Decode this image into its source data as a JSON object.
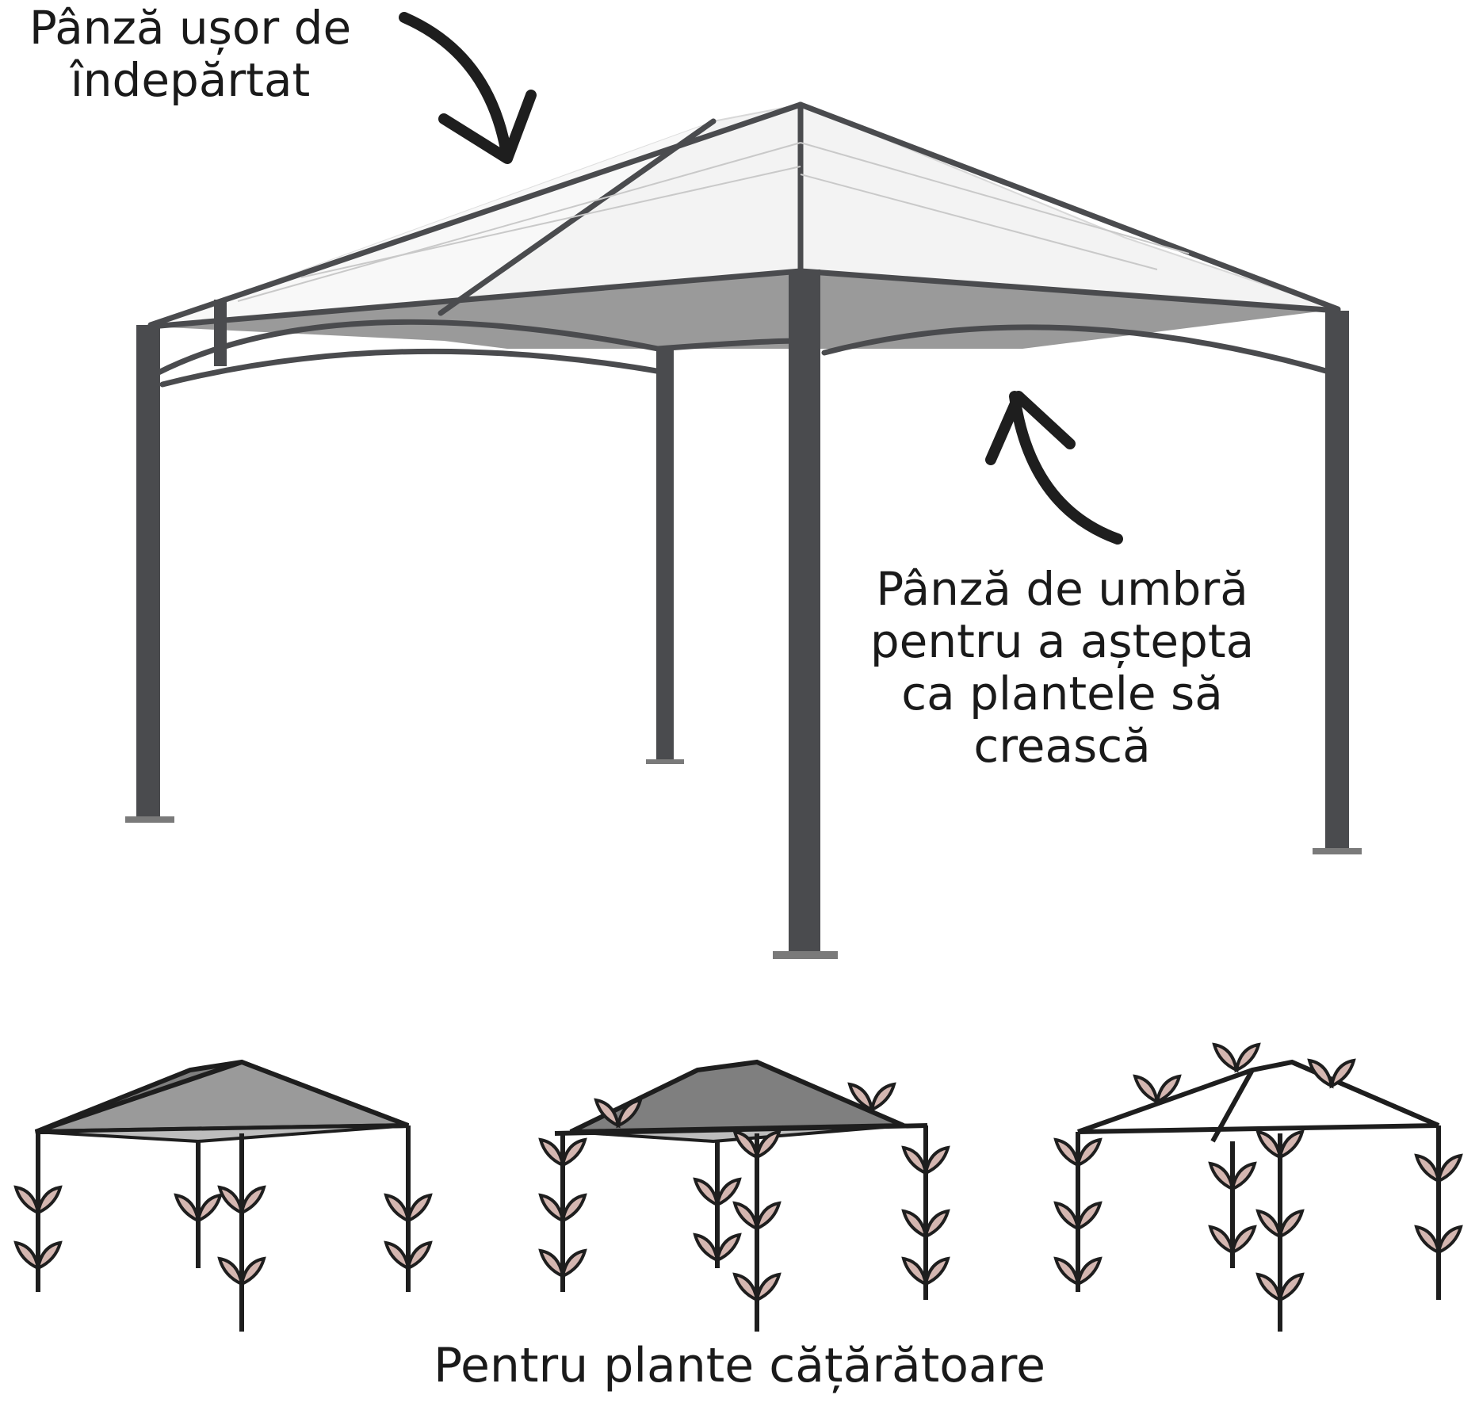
{
  "labels": {
    "removable_cover": "Pânză ușor de îndepărtat",
    "shade_cover": "Pânză de umbră pentru a aștepta ca plantele să crească",
    "climbing_plants": "Pentru plante cățărătoare"
  },
  "colors": {
    "frame": "#4a4b4e",
    "canopy": "#f4f4f4",
    "shade": "#9b9b9b",
    "leaf": "#d4b6b0",
    "outline": "#1e1e1e"
  }
}
